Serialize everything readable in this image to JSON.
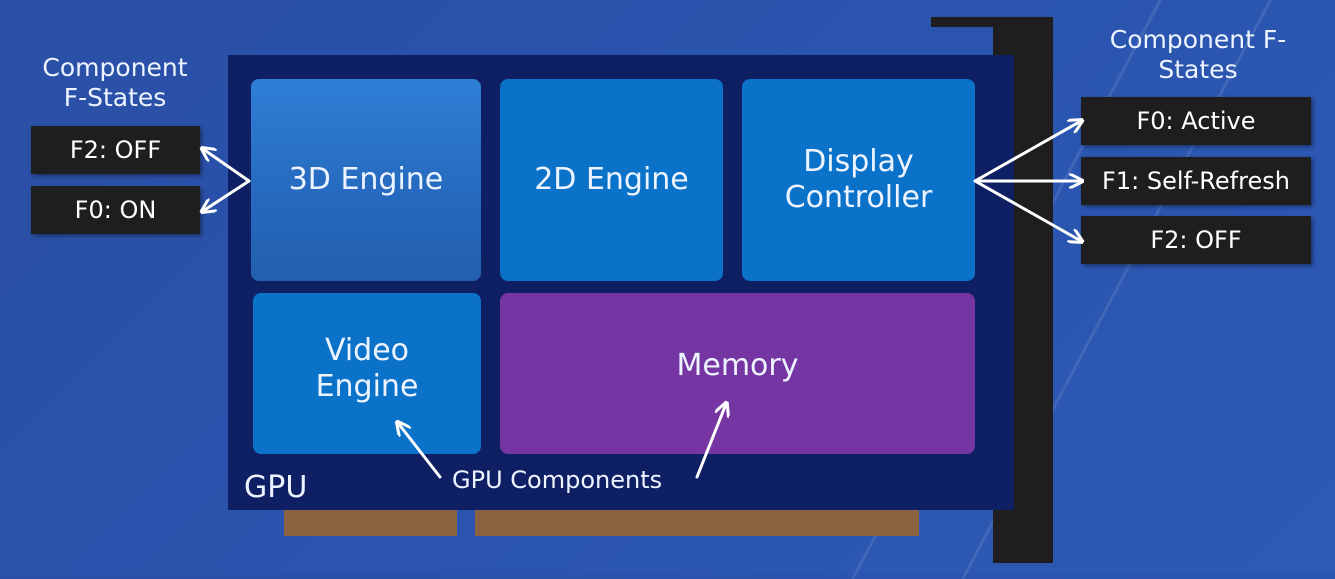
{
  "gpu": {
    "label": "GPU",
    "blocks": {
      "engine_3d": "3D Engine",
      "engine_2d": "2D Engine",
      "display_controller": "Display Controller",
      "video_engine": "Video Engine",
      "memory": "Memory"
    },
    "components_label": "GPU Components"
  },
  "left_states": {
    "title": "Component F-States",
    "items": [
      "F2: OFF",
      "F0: ON"
    ]
  },
  "right_states": {
    "title": "Component F-States",
    "items": [
      "F0: Active",
      "F1: Self-Refresh",
      "F2: OFF"
    ]
  },
  "colors": {
    "background": "#2a54ae",
    "board": "#0f1f63",
    "block_blue": "#0a72c9",
    "memory_purple": "#7536a3",
    "state_box": "#1e1e1e",
    "connector": "#8b6340",
    "bracket": "#1e1e1e"
  }
}
